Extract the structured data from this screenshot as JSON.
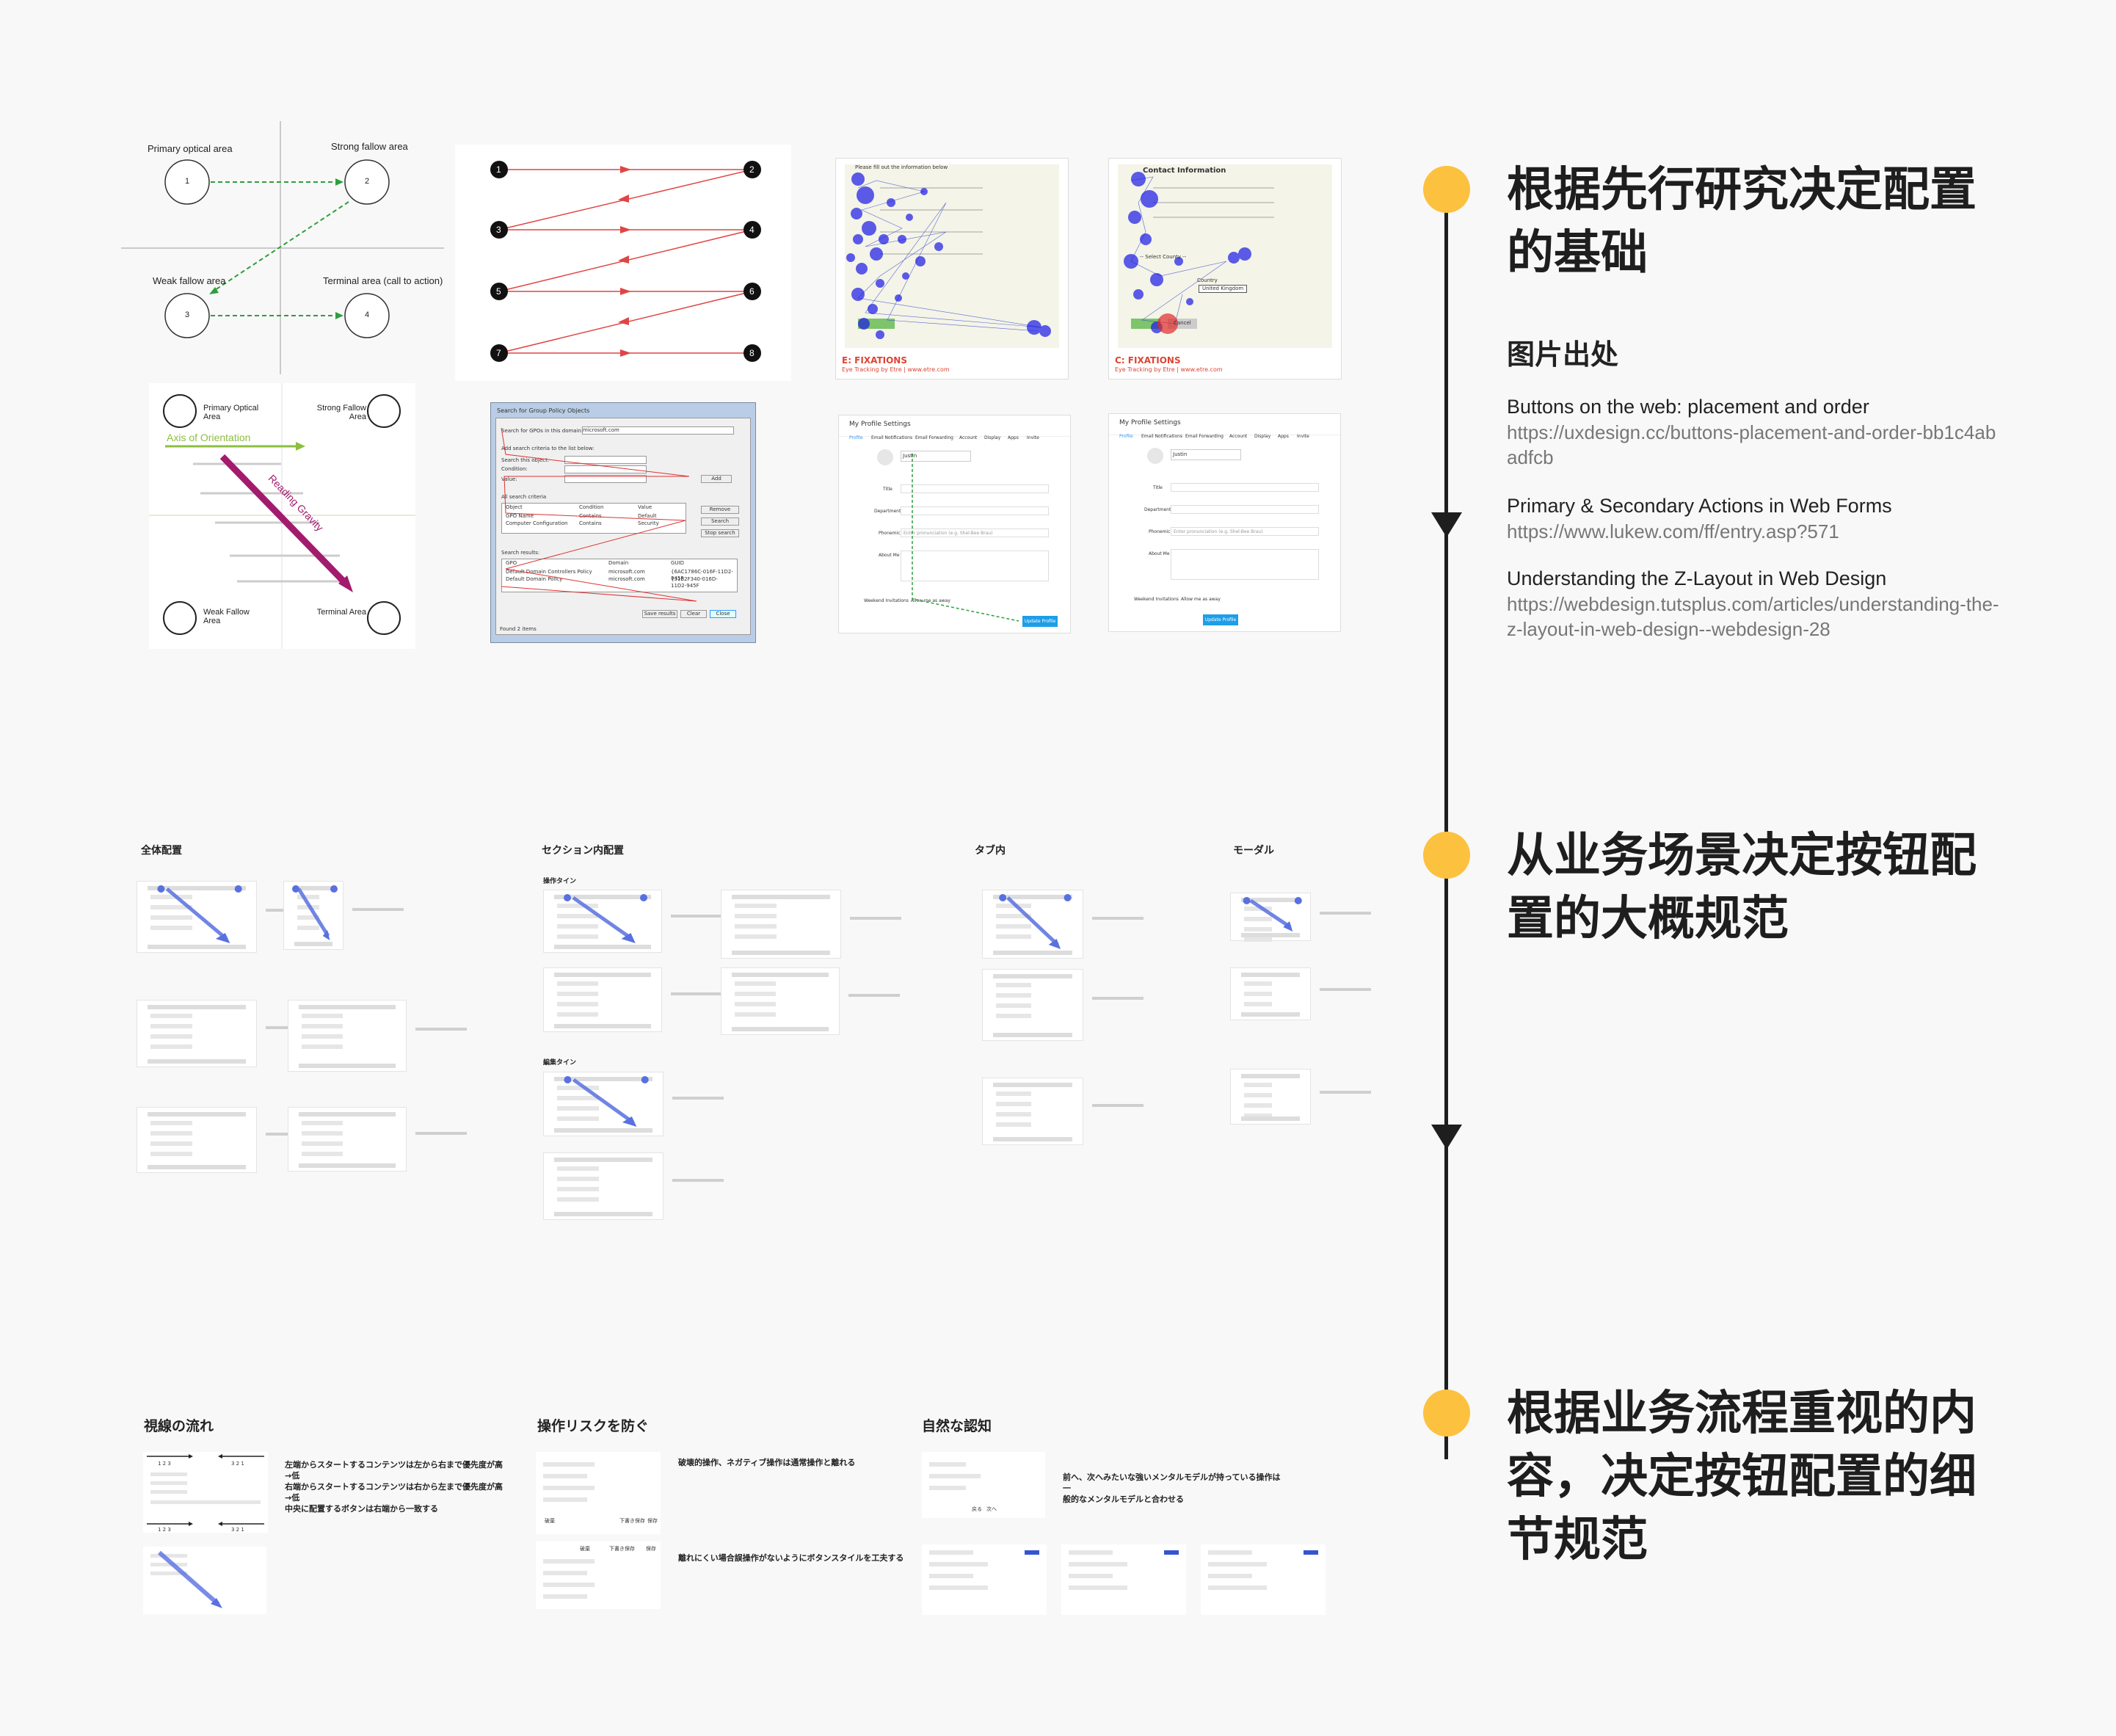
{
  "sections": [
    {
      "title": "根据先行研究决定配置的基础"
    },
    {
      "title": "从业务场景决定按钮配置的大概规范"
    },
    {
      "title": "根据业务流程重视的内容，决定按钮配置的细节规范"
    }
  ],
  "references": {
    "heading": "图片出处",
    "items": [
      {
        "title": "Buttons on the web: placement and order",
        "url": "https://uxdesign.cc/buttons-placement-and-order-bb1c4abadfcb"
      },
      {
        "title": "Primary & Secondary Actions in Web Forms",
        "url": "https://www.lukew.com/ff/entry.asp?571"
      },
      {
        "title": "Understanding the Z-Layout in Web Design",
        "url": "https://webdesign.tutsplus.com/articles/understanding-the-z-layout-in-web-design--webdesign-28"
      }
    ]
  },
  "gutenberg": {
    "primary": "Primary optical area",
    "strong": "Strong fallow area",
    "weak": "Weak fallow area",
    "terminal": "Terminal area (call to action)",
    "nums": [
      "1",
      "2",
      "3",
      "4"
    ]
  },
  "zpattern": {
    "nums": [
      "1",
      "2",
      "3",
      "4",
      "5",
      "6",
      "7",
      "8"
    ]
  },
  "gravity": {
    "primary": "Primary Optical Area",
    "strong": "Strong Fallow Area",
    "weak": "Weak Fallow Area",
    "terminal": "Terminal Area",
    "axis": "Axis of Orientation",
    "gravity": "Reading Gravity"
  },
  "dialog": {
    "title": "Search for Group Policy Objects",
    "domain_label": "Search for GPOs in this domain:",
    "domain_value": "microsoft.com",
    "criteria": "Add search criteria to the list below:",
    "search_item": "Search this object:",
    "condition": "Condition:",
    "value": "Value:",
    "add": "Add",
    "all_criteria": "All search criteria",
    "cols": [
      "Object",
      "Condition",
      "Value"
    ],
    "rows": [
      [
        "GPO Name",
        "Contains",
        "Default"
      ],
      [
        "Computer Configuration",
        "Contains",
        "Security"
      ]
    ],
    "remove": "Remove",
    "search": "Search",
    "stop": "Stop search",
    "results": "Search results:",
    "rcols": [
      "GPO",
      "Domain",
      "GUID"
    ],
    "rrows": [
      [
        "Default Domain Controllers Policy",
        "microsoft.com",
        "{6AC1786C-016F-11D2-945F"
      ],
      [
        "Default Domain Policy",
        "microsoft.com",
        "{31B2F340-016D-11D2-945F"
      ]
    ],
    "save": "Save results",
    "clear": "Clear",
    "close": "Close",
    "found": "Found 2 items"
  },
  "fixations": {
    "e_label": "E: FIXATIONS",
    "c_label": "C: FIXATIONS",
    "sub": "Eye Tracking by Etre",
    "site": "www.etre.com",
    "fill": "Please fill out the information below",
    "contact": "Contact Information",
    "country": "Country",
    "uk": "United Kingdom",
    "select": "-- Select County --",
    "cancel": "Cancel"
  },
  "profile": {
    "title": "My Profile Settings",
    "tabs": [
      "Profile",
      "Email Notifications",
      "Email Forwarding",
      "Account",
      "Display",
      "Apps",
      "Invite"
    ],
    "name": "Justin",
    "fields": [
      "Title",
      "Department",
      "Phonemic",
      "About Me"
    ],
    "hint": "Enter pronunciation (e.g. Shel-Bee Brau)",
    "weekend": "Weekend Invitations",
    "allow": "Allow me as away",
    "update": "Update Profile"
  },
  "grid_titles": [
    "全体配置",
    "セクション内配置",
    "タブ内",
    "モーダル"
  ],
  "subsection": {
    "op": "操作タイン",
    "edit": "編集タイン"
  },
  "bottom": {
    "t1": "視線の流れ",
    "t1_desc": "左端からスタートするコンテンツは左から右まで優先度が高→低\n右端からスタートするコンテンツは右から左まで優先度が高→低\n中央に配置するボタンは右端から一致する",
    "t2": "操作リスクを防ぐ",
    "t2_desc1": "破壊的操作、ネガティブ操作は通常操作と離れる",
    "t2_desc2": "離れにくい場合誤操作がないようにボタンスタイルを工夫する",
    "t3": "自然な認知",
    "t3_desc": "前へ、次へみたいな強いメンタルモデルが持っている操作は一\n般的なメンタルモデルと合わせる",
    "nav_left": "1 2 3",
    "nav_right": "3 2 1",
    "btn_cancel": "破棄",
    "btn_draft": "下書き保存",
    "btn_ok": "保存",
    "btn_prev": "戻る",
    "btn_next": "次へ"
  },
  "colors": {
    "accent": "#fcc13f",
    "line": "#1e1e1e",
    "arrow_red": "#e04545",
    "dashed_green": "#2e9e3e",
    "blue_arrow": "#5870e0"
  }
}
